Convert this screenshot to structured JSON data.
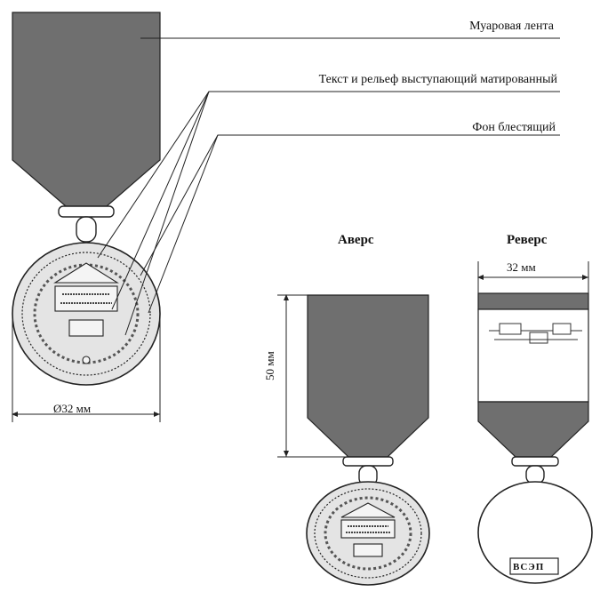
{
  "colors": {
    "ribbon": "#6f6f6f",
    "outline": "#222222",
    "medal_fill": "#e4e4e4",
    "plate_fill": "#f4f4f4"
  },
  "labels": {
    "ribbon": "Муаровая лента",
    "text_relief": "Текст и рельеф выступающий матированный",
    "background": "Фон блестящий",
    "avers": "Аверс",
    "revers": "Реверс",
    "diameter": "Ø32 мм",
    "width": "32 мм",
    "height": "50 мм",
    "stamp": "ВСЭП"
  }
}
